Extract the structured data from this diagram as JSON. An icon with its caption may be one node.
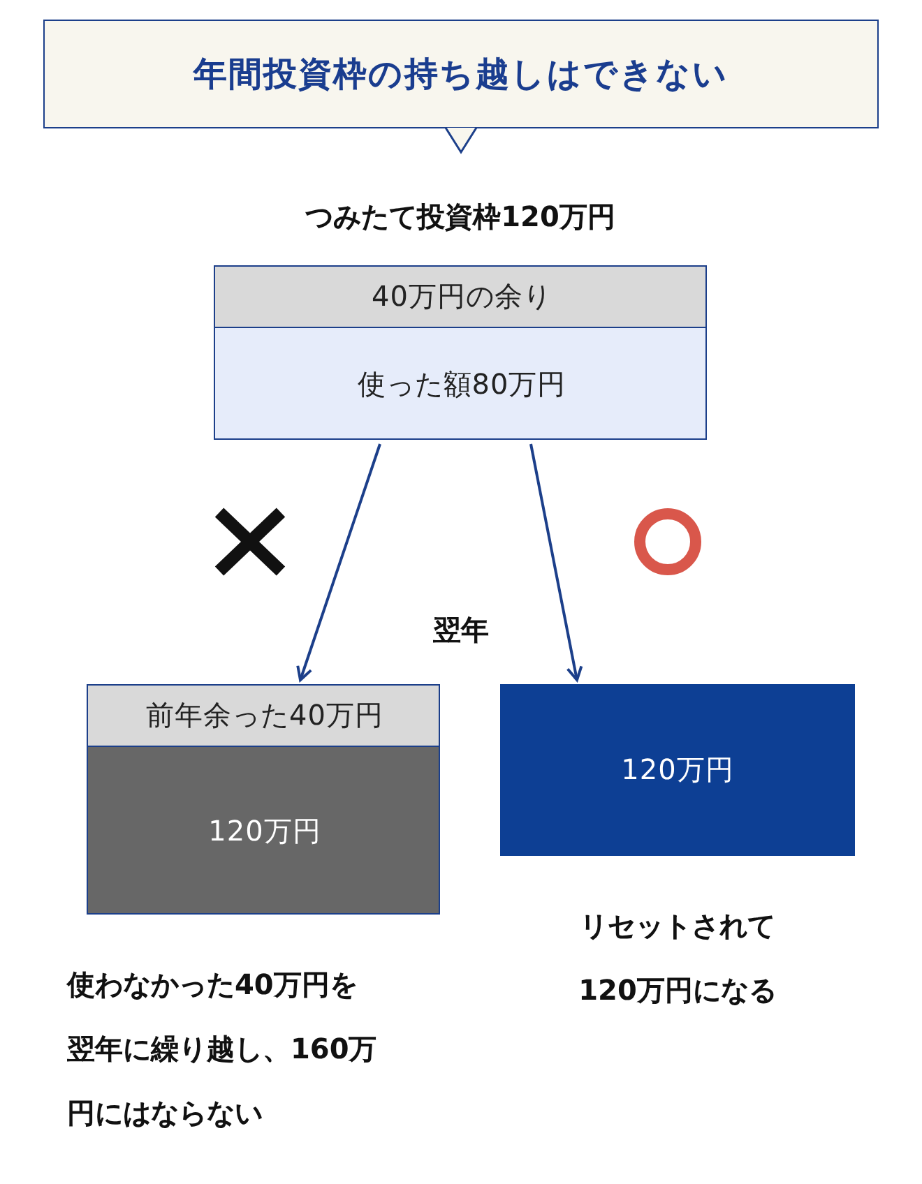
{
  "diagram": {
    "nodes": [
      {
        "text": [
          "年間投資枠の持ち越しはできない"
        ]
      },
      {
        "text": [
          "つみたて投資枠120万円"
        ]
      },
      {
        "text": [
          "40万円の余り"
        ],
        "in": 1
      },
      {
        "text": [
          "使った額80万円"
        ],
        "in": 1
      },
      {
        "text": [],
        "shape": "box",
        "beside": [
          "使わなかった40万円を翌年に繰り越し、160万円にはならない"
        ]
      },
      {
        "text": [
          "前年余った40万円"
        ],
        "in": 4
      },
      {
        "text": [
          "120万円"
        ],
        "in": 4
      },
      {
        "text": [
          "120万円"
        ],
        "beside": [
          "リセットされて120万円になる"
        ]
      }
    ],
    "edges": [
      {
        "from": 1,
        "to": 4,
        "arrow": "to"
      },
      {
        "from": 1,
        "to": 7,
        "arrow": "to"
      }
    ],
    "labels": [
      "翌年"
    ]
  }
}
